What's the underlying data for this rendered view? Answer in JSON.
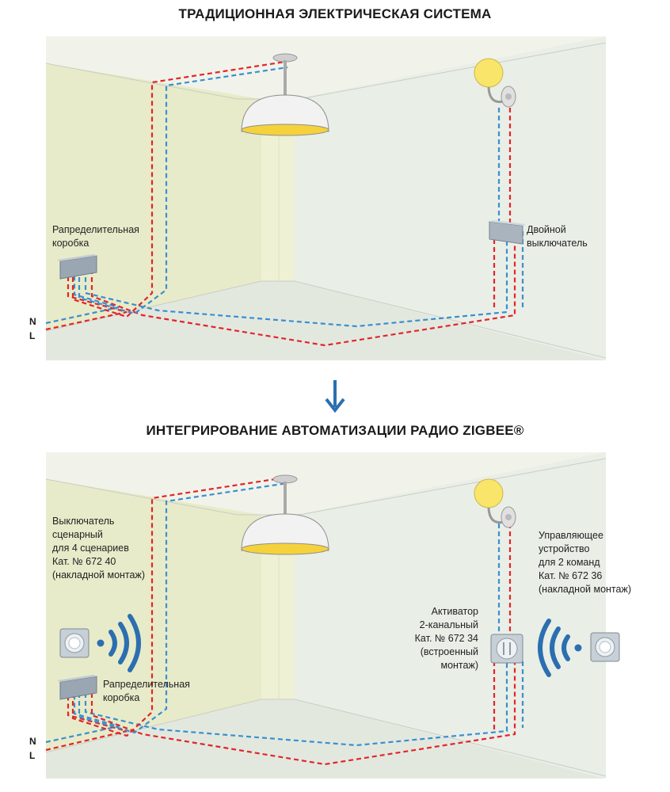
{
  "colors": {
    "back_wall": "#e9eee7",
    "left_wall": "#e8ebc9",
    "floor": "#e6ebe2",
    "column": "#eef1d4",
    "ceiling": "#f1f3ea",
    "wire_phase": "#e2252b",
    "wire_neutral": "#3a8fd0",
    "radio_waves": "#2b6fb0",
    "arrow": "#2b6fb0"
  },
  "traditional": {
    "title": "ТРАДИЦИОННАЯ ЭЛЕКТРИЧЕСКАЯ СИСТЕМА",
    "junction_box_label": "Рапределительная\nкоробка",
    "double_switch_label": "Двойной\nвыключатель",
    "n_label": "N",
    "l_label": "L"
  },
  "zigbee": {
    "title": "ИНТЕГРИРОВАНИЕ АВТОМАТИЗАЦИИ РАДИО ZIGBEE®",
    "scene_switch_label": "Выключатель\nсценарный\nдля 4 сценариев\nКат. № 672 40\n(накладной монтаж)",
    "junction_box_label": "Рапределительная\nкоробка",
    "actuator_label": "Активатор\n2-канальный\nКат. № 672 34\n(встроенный\nмонтаж)",
    "control_device_label": "Управляющее\nустройство\nдля 2 команд\nКат. № 672 36\n(накладной монтаж)",
    "n_label": "N",
    "l_label": "L"
  }
}
